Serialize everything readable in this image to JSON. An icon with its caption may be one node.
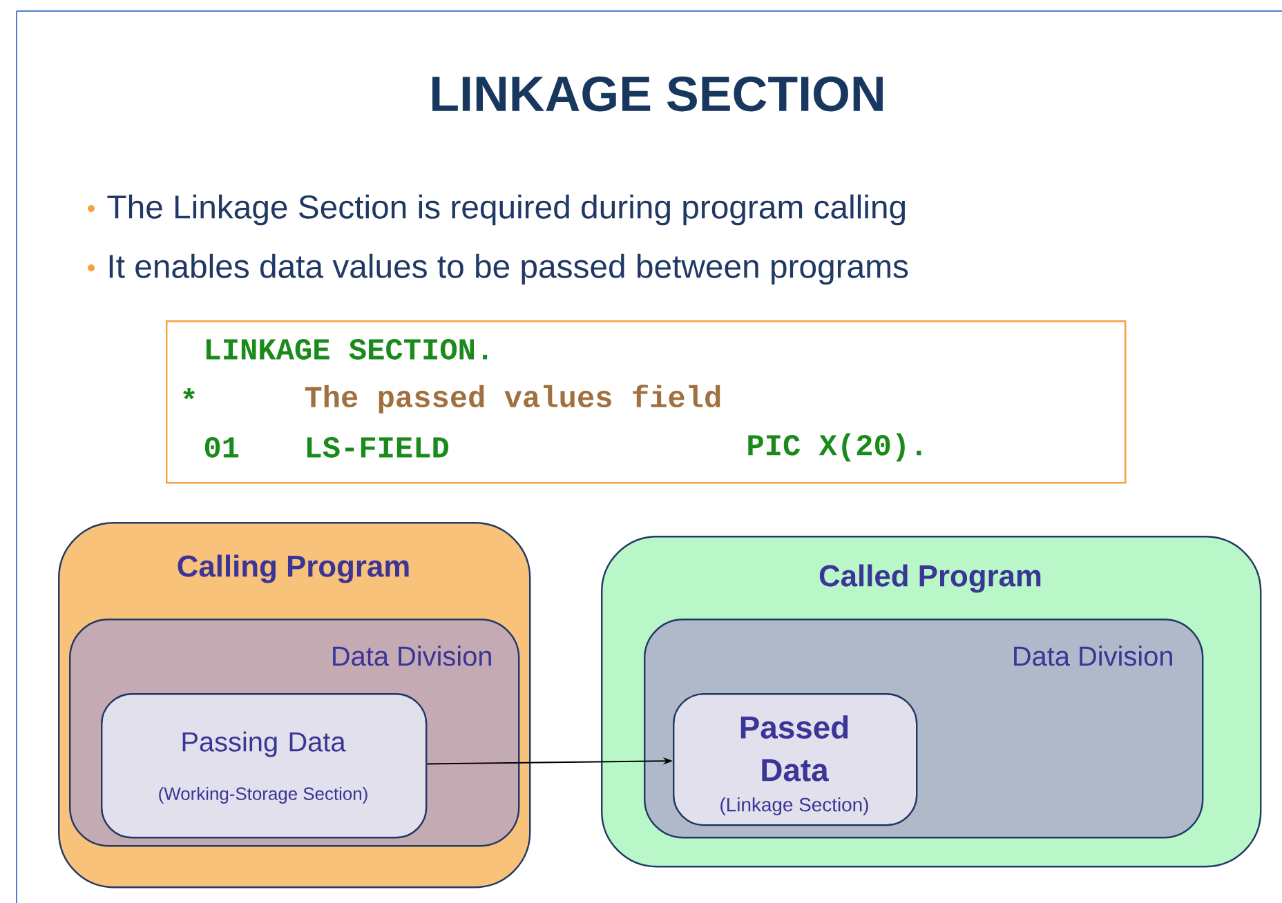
{
  "diagram": {
    "title": "LINKAGE SECTION",
    "nodes": [
      {
        "text": [
          "LINKAGE SECTION.",
          "*",
          "The passed values field",
          "01",
          "LS-FIELD",
          "PIC X(20)."
        ]
      },
      {
        "text": [
          "Calling Program"
        ]
      },
      {
        "text": [
          "Data Division"
        ],
        "in": 1
      },
      {
        "text": [
          "Passing Data",
          "(Working-Storage Section)"
        ],
        "in": 2
      },
      {
        "text": [
          "Called Program"
        ]
      },
      {
        "text": [
          "Data Division"
        ],
        "in": 4
      },
      {
        "text": [
          "Passed Data",
          "(Linkage Section)"
        ],
        "in": 5
      }
    ],
    "edges": [
      {
        "from": 3,
        "to": 6,
        "arrow": "to"
      }
    ],
    "labels": [
      "The Linkage Section is required during program calling",
      "It enables data values to be passed between programs"
    ]
  }
}
